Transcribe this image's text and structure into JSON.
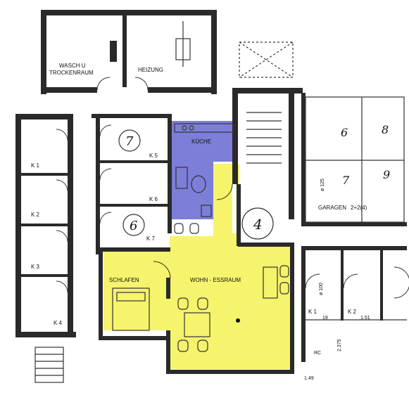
{
  "colors": {
    "highlight_yellow": "#f6f36c",
    "highlight_blue": "#7c7ed8",
    "wall": "#2a2a2a",
    "paper": "#ffffff"
  },
  "rooms": {
    "wasch": "WASCH U",
    "trockenraum": "TROCKENRAUM",
    "heizung": "HEIZUNG",
    "kueche": "KÜCHE",
    "schlafen": "SCHLAFEN",
    "wohn_essraum": "WOHN - ESSRAUM",
    "garagen": "GARAGEN",
    "garagen_count": "2+2(4)"
  },
  "cellars": [
    "K 1",
    "K 2",
    "K 3",
    "K 4",
    "K 5",
    "K 6",
    "K 7"
  ],
  "cellars_right": [
    "K 1",
    "K 2"
  ],
  "unit_numbers": {
    "n7_left": "7",
    "n6_left": "6",
    "n4": "4",
    "n6_garage": "6",
    "n8_garage": "8",
    "n7_garage": "7",
    "n9_garage": "9"
  },
  "dimensions": {
    "d125": "ø 125",
    "d100": "ø 100",
    "d151": "1.51",
    "d149": "1.49",
    "d2375": "2.375",
    "d19": "19",
    "rc": "RC"
  }
}
